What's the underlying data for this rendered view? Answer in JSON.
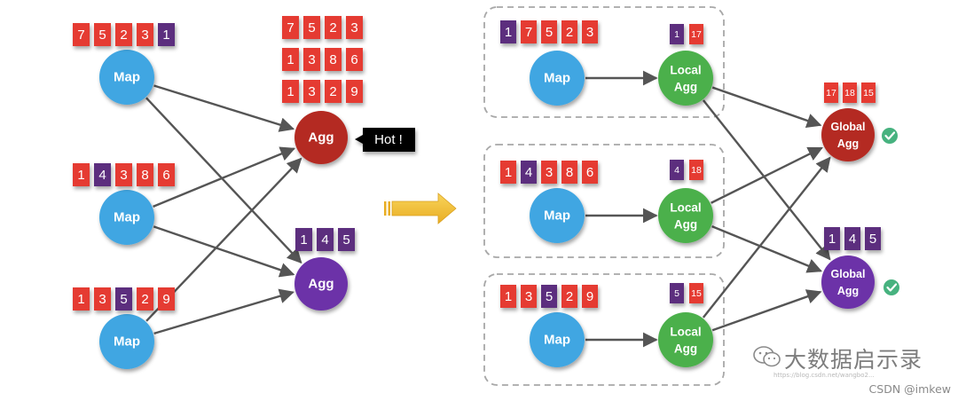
{
  "colors": {
    "red": "#e53a32",
    "purple": "#5b2d7e",
    "map_blue": "#3fa6e2",
    "agg_red": "#b42a22",
    "agg_purple": "#6c33a8",
    "local_green": "#4cb04c",
    "arrow_yellow": "#f3c23c",
    "check_green": "#47b27f"
  },
  "left": {
    "maps": [
      {
        "label": "Map",
        "keys": [
          {
            "v": "7",
            "c": "red"
          },
          {
            "v": "5",
            "c": "red"
          },
          {
            "v": "2",
            "c": "red"
          },
          {
            "v": "3",
            "c": "red"
          },
          {
            "v": "1",
            "c": "purple"
          }
        ]
      },
      {
        "label": "Map",
        "keys": [
          {
            "v": "1",
            "c": "red"
          },
          {
            "v": "4",
            "c": "purple"
          },
          {
            "v": "3",
            "c": "red"
          },
          {
            "v": "8",
            "c": "red"
          },
          {
            "v": "6",
            "c": "red"
          }
        ]
      },
      {
        "label": "Map",
        "keys": [
          {
            "v": "1",
            "c": "red"
          },
          {
            "v": "3",
            "c": "red"
          },
          {
            "v": "5",
            "c": "purple"
          },
          {
            "v": "2",
            "c": "red"
          },
          {
            "v": "9",
            "c": "red"
          }
        ]
      }
    ],
    "aggs": [
      {
        "label": "Agg",
        "color": "agg_red",
        "rows": [
          [
            {
              "v": "7",
              "c": "red"
            },
            {
              "v": "5",
              "c": "red"
            },
            {
              "v": "2",
              "c": "red"
            },
            {
              "v": "3",
              "c": "red"
            }
          ],
          [
            {
              "v": "1",
              "c": "red"
            },
            {
              "v": "3",
              "c": "red"
            },
            {
              "v": "8",
              "c": "red"
            },
            {
              "v": "6",
              "c": "red"
            }
          ],
          [
            {
              "v": "1",
              "c": "red"
            },
            {
              "v": "3",
              "c": "red"
            },
            {
              "v": "2",
              "c": "red"
            },
            {
              "v": "9",
              "c": "red"
            }
          ]
        ]
      },
      {
        "label": "Agg",
        "color": "agg_purple",
        "rows": [
          [
            {
              "v": "1",
              "c": "purple"
            },
            {
              "v": "4",
              "c": "purple"
            },
            {
              "v": "5",
              "c": "purple"
            }
          ]
        ]
      }
    ],
    "hot_label": "Hot !"
  },
  "right": {
    "groups": [
      {
        "map_label": "Map",
        "local_label": [
          "Local",
          "Agg"
        ],
        "keys": [
          {
            "v": "1",
            "c": "purple"
          },
          {
            "v": "7",
            "c": "red"
          },
          {
            "v": "5",
            "c": "red"
          },
          {
            "v": "2",
            "c": "red"
          },
          {
            "v": "3",
            "c": "red"
          }
        ],
        "partial": [
          {
            "v": "1",
            "c": "purple"
          },
          {
            "v": "17",
            "c": "red"
          }
        ]
      },
      {
        "map_label": "Map",
        "local_label": [
          "Local",
          "Agg"
        ],
        "keys": [
          {
            "v": "1",
            "c": "red"
          },
          {
            "v": "4",
            "c": "purple"
          },
          {
            "v": "3",
            "c": "red"
          },
          {
            "v": "8",
            "c": "red"
          },
          {
            "v": "6",
            "c": "red"
          }
        ],
        "partial": [
          {
            "v": "4",
            "c": "purple"
          },
          {
            "v": "18",
            "c": "red"
          }
        ]
      },
      {
        "map_label": "Map",
        "local_label": [
          "Local",
          "Agg"
        ],
        "keys": [
          {
            "v": "1",
            "c": "red"
          },
          {
            "v": "3",
            "c": "red"
          },
          {
            "v": "5",
            "c": "purple"
          },
          {
            "v": "2",
            "c": "red"
          },
          {
            "v": "9",
            "c": "red"
          }
        ],
        "partial": [
          {
            "v": "5",
            "c": "purple"
          },
          {
            "v": "15",
            "c": "red"
          }
        ]
      }
    ],
    "globals": [
      {
        "label": [
          "Global",
          "Agg"
        ],
        "color": "agg_red",
        "keys": [
          {
            "v": "17",
            "c": "red"
          },
          {
            "v": "18",
            "c": "red"
          },
          {
            "v": "15",
            "c": "red"
          }
        ]
      },
      {
        "label": [
          "Global",
          "Agg"
        ],
        "color": "agg_purple",
        "keys": [
          {
            "v": "1",
            "c": "purple"
          },
          {
            "v": "4",
            "c": "purple"
          },
          {
            "v": "5",
            "c": "purple"
          }
        ]
      }
    ]
  },
  "transition_icon": "arrow-right-icon",
  "status_icon": "check-circle-icon",
  "watermark": {
    "brand": "大数据启示录",
    "url": "https://blog.csdn.net/wangbo2...",
    "csdn": "CSDN @imkew"
  }
}
